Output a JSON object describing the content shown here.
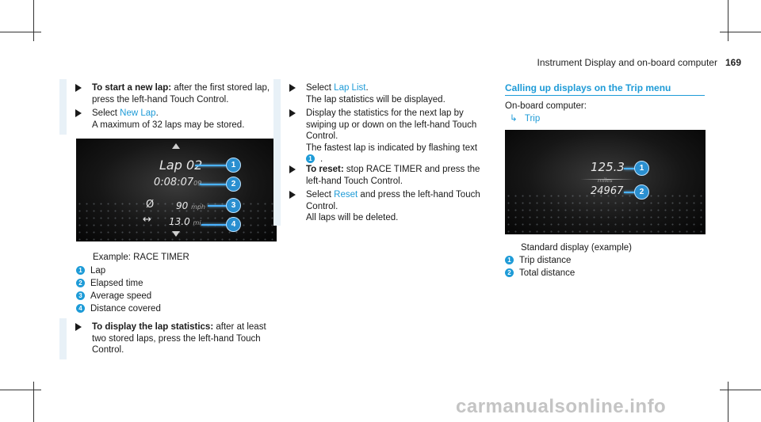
{
  "header": {
    "title": "Instrument Display and on-board computer",
    "page": "169"
  },
  "col1": {
    "step1": {
      "lead": "To start a new lap:",
      "text": "after the first stored lap, press the left-hand Touch Control."
    },
    "step2": {
      "pre": "Select",
      "link": "New Lap",
      "post": ".",
      "line2": "A maximum of 32 laps may be stored."
    },
    "screen": {
      "lap": "Lap 02",
      "time": "0:08:07",
      "time_frac": "09",
      "avg_symbol": "Ø",
      "speed": "90",
      "speed_unit": "mph",
      "dist_symbol": "↔",
      "distance": "13.0",
      "dist_unit": "mi",
      "callouts": [
        "1",
        "2",
        "3",
        "4"
      ]
    },
    "caption": "Example: RACE TIMER",
    "legend": [
      {
        "n": "1",
        "label": "Lap"
      },
      {
        "n": "2",
        "label": "Elapsed time"
      },
      {
        "n": "3",
        "label": "Average speed"
      },
      {
        "n": "4",
        "label": "Distance covered"
      }
    ],
    "step3": {
      "lead": "To display the lap statistics:",
      "text": "after at least two stored laps, press the left-hand Touch Control."
    }
  },
  "col2": {
    "step1": {
      "pre": "Select",
      "link": "Lap List",
      "post": ".",
      "line2": "The lap statistics will be displayed."
    },
    "step2": {
      "text": "Display the statistics for the next lap by swiping up or down on the left-hand Touch Control.",
      "line2": "The fastest lap is indicated by flashing text",
      "ref": "1",
      "end": "."
    },
    "step3": {
      "lead": "To reset:",
      "text": "stop RACE TIMER and press the left-hand Touch Control."
    },
    "step4": {
      "pre": "Select",
      "link": "Reset",
      "post": "and press the left-hand Touch Control.",
      "line2": "All laps will be deleted."
    }
  },
  "col3": {
    "title": "Calling up displays on the Trip menu",
    "intro": "On-board computer:",
    "menu_path": "Trip",
    "screen": {
      "trip": "125.3",
      "unit": "miles",
      "total": "24967",
      "callouts": [
        "1",
        "2"
      ]
    },
    "caption": "Standard display (example)",
    "legend": [
      {
        "n": "1",
        "label": "Trip distance"
      },
      {
        "n": "2",
        "label": "Total distance"
      }
    ]
  },
  "watermark": "carmanualsonline.info"
}
